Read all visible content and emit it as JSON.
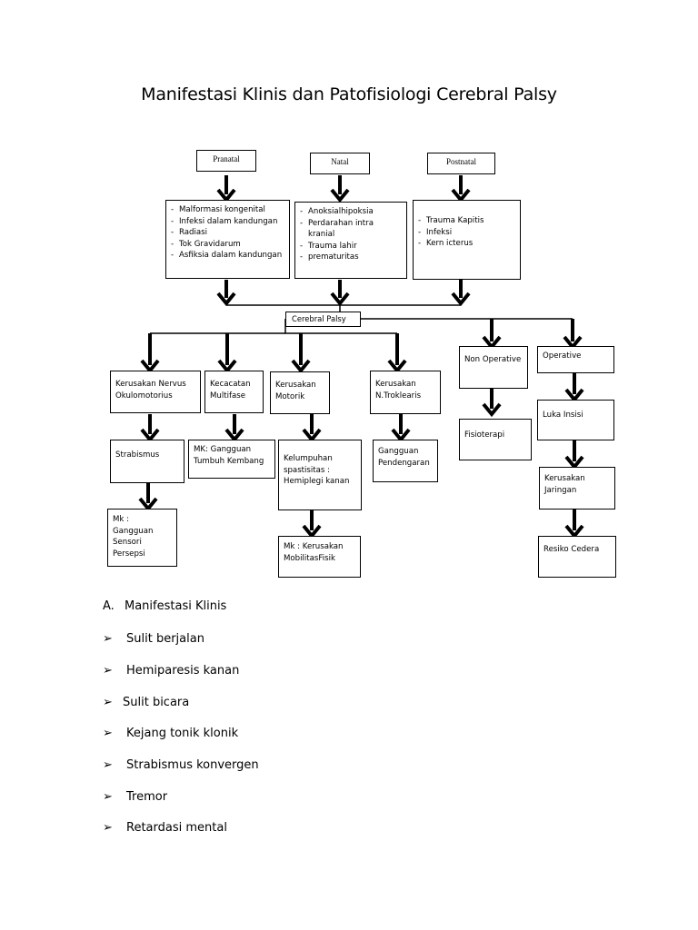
{
  "title": "Manifestasi Klinis dan Patofisiologi Cerebral Palsy",
  "diagram": {
    "nodes": {
      "pranatal": "Pranatal",
      "natal": "Natal",
      "postnatal": "Postnatal",
      "pranatal_causes": [
        "Malformasi kongenital",
        "Infeksi dalam kandungan",
        "Radiasi",
        "Tok Gravidarum",
        "Asfiksia dalam kandungan"
      ],
      "natal_causes": [
        "Anoksialhipoksia",
        "Perdarahan intra kranial",
        "Trauma lahir",
        "prematuritas"
      ],
      "postnatal_causes": [
        "Trauma Kapitis",
        "Infeksi",
        "Kern icterus"
      ],
      "cerebral_palsy": "Cerebral Palsy",
      "kerusakan_nervus": "Kerusakan Nervus Okulomotorius",
      "kecacatan": "Kecacatan Multifase",
      "kerusakan_motorik": "Kerusakan Motorik",
      "kerusakan_troklearis": "Kerusakan N.Troklearis",
      "non_operative": "Non Operative",
      "operative": "Operative",
      "strabismus": "Strabismus",
      "mk_tumbuh": "MK: Gangguan Tumbuh Kembang",
      "kelumpuhan": "Kelumpuhan spastisitas : Hemiplegi kanan",
      "gangguan_pendengaran": "Gangguan Pendengaran",
      "fisioterapi": "Fisioterapi",
      "luka_insisi": "Luka Insisi",
      "mk_sensori": "Mk : Gangguan Sensori Persepsi",
      "mk_mobilitas": "Mk : Kerusakan MobilitasFisik",
      "kerusakan_jaringan": "Kerusakan Jaringan",
      "resiko_cedera": "Resiko Cedera"
    }
  },
  "manifestasi": {
    "marker": "A.",
    "heading": "Manifestasi Klinis",
    "bullet_glyph": "➢",
    "items": [
      "Sulit berjalan",
      "Hemiparesis kanan",
      "Sulit bicara",
      "Kejang tonik klonik",
      "Strabismus konvergen",
      "Tremor",
      "Retardasi mental"
    ]
  }
}
